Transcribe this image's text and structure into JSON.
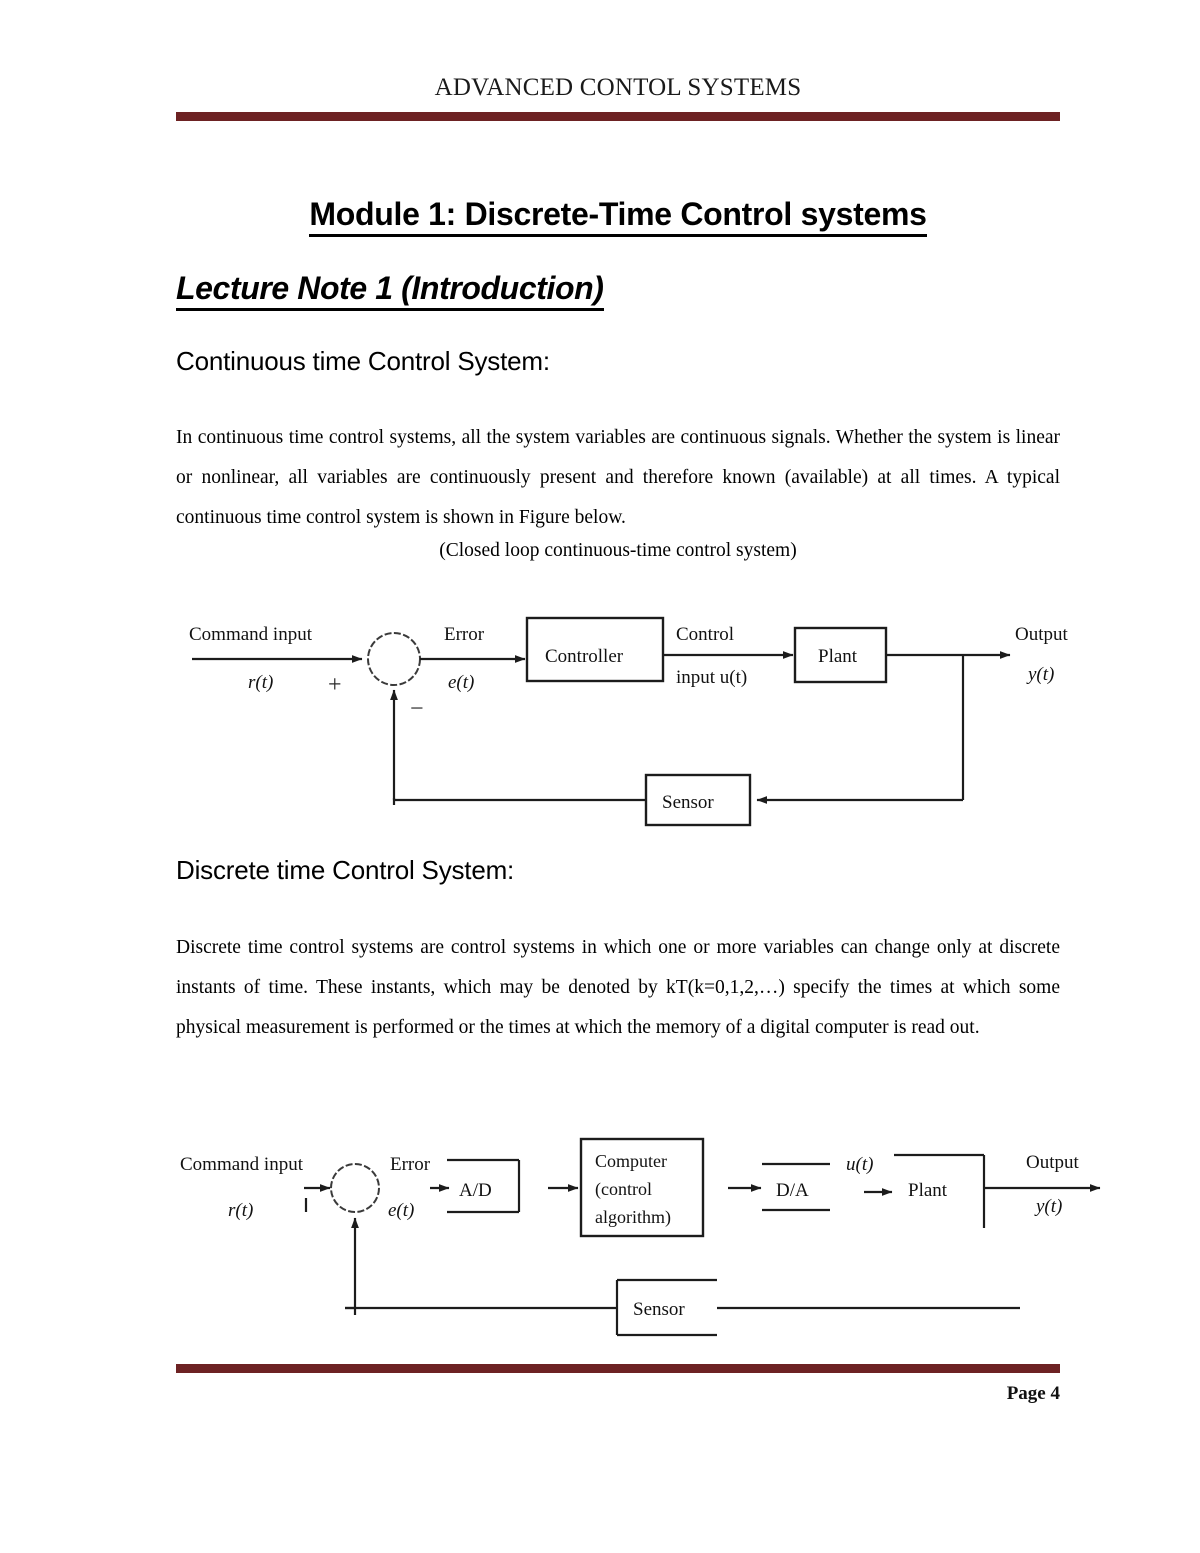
{
  "document": {
    "header_title": "ADVANCED CONTOL SYSTEMS",
    "footer_page": "Page 4",
    "rule_color": "#6d2223"
  },
  "headings": {
    "module": "Module 1: Discrete-Time Control systems",
    "lecture_note": "Lecture Note 1 (Introduction)",
    "section_continuous": "Continuous time Control System:",
    "section_discrete": "Discrete time Control System:"
  },
  "body": {
    "paragraph_continuous": "In continuous time control systems, all the system variables are continuous signals. Whether the system is linear or nonlinear, all variables are continuously present and therefore known (available) at all times. A typical continuous time control system is shown in Figure below.",
    "figure_caption_1": "(Closed loop continuous-time control system)",
    "paragraph_discrete": "Discrete time control systems are control systems in which one or more variables can change only at discrete instants of time. These instants, which may be denoted by kT(k=0,1,2,…) specify the times at which some physical measurement is performed  or the times at which the memory of a digital computer is read out."
  },
  "figure_continuous": {
    "command_input_label": "Command input",
    "command_input_signal": "r(t)",
    "sum_plus": "+",
    "sum_minus": "−",
    "error_label": "Error",
    "error_signal": "e(t)",
    "controller_block": "Controller",
    "control_input_label": "Control",
    "control_input_signal": "input u(t)",
    "plant_block": "Plant",
    "output_label": "Output",
    "output_signal": "y(t)",
    "sensor_block": "Sensor"
  },
  "figure_discrete": {
    "command_input_label": "Command input",
    "command_input_signal": "r(t)",
    "error_label": "Error",
    "error_signal": "e(t)",
    "ad_block": "A/D",
    "computer_line_1": "Computer",
    "computer_line_2": "(control",
    "computer_line_3": "algorithm)",
    "da_block": "D/A",
    "da_signal": "u(t)",
    "plant_block": "Plant",
    "output_label": "Output",
    "output_signal": "y(t)",
    "sensor_block": "Sensor"
  }
}
